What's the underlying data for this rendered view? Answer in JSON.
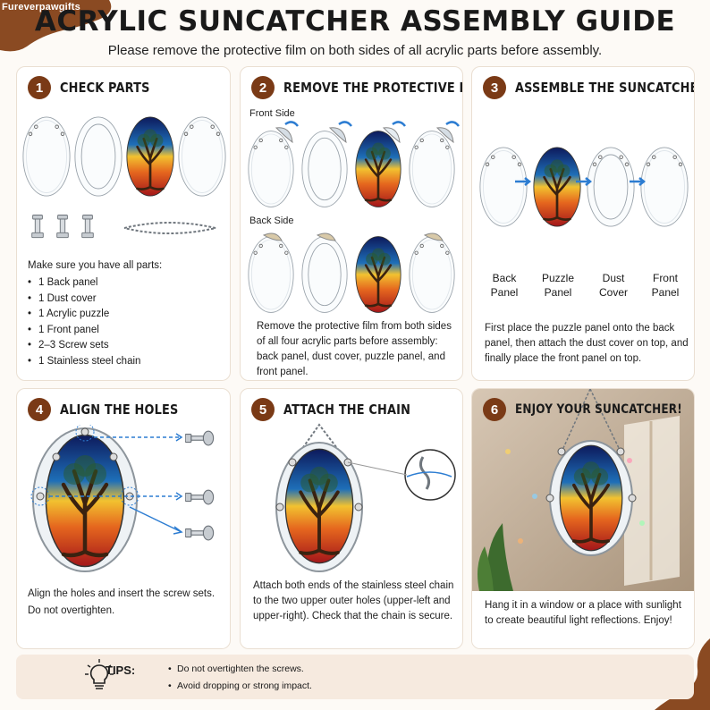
{
  "brand": "Fureverpawgifts",
  "title": "ACRYLIC SUNCATCHER ASSEMBLY GUIDE",
  "subtitle": "Please remove the protective film on both sides of all acrylic parts before assembly.",
  "colors": {
    "accent": "#7a3a16",
    "card_border": "#eadfd2",
    "tips_bg": "#f6eadf",
    "arrow": "#2d7dd2"
  },
  "steps": [
    {
      "number": "1",
      "title": "CHECK PARTS",
      "intro": "Make sure you have all parts:",
      "items": [
        "1 Back panel",
        "1 Dust cover",
        "1 Acrylic puzzle",
        "1 Front panel",
        "2–3 Screw sets",
        "1 Stainless steel chain"
      ]
    },
    {
      "number": "2",
      "title": "REMOVE THE PROTECTIVE FILM",
      "front_label": "Front Side",
      "back_label": "Back Side",
      "desc": "Remove the protective film from both sides of all four acrylic parts before assembly: back panel, dust cover, puzzle panel, and front panel."
    },
    {
      "number": "3",
      "title": "ASSEMBLE THE SUNCATCHER",
      "labels": [
        "Back Panel",
        "Puzzle Panel",
        "Dust Cover",
        "Front Panel"
      ],
      "desc": "First place the puzzle panel onto the back panel, then attach the dust cover on top, and finally place the front panel on top."
    },
    {
      "number": "4",
      "title": "ALIGN THE HOLES",
      "desc": "Align the holes and insert the screw sets. Do not overtighten."
    },
    {
      "number": "5",
      "title": "ATTACH THE CHAIN",
      "desc": "Attach both ends of the stainless steel chain to the two upper outer holes (upper-left and upper-right). Check that the chain is secure."
    },
    {
      "number": "6",
      "title": "ENJOY YOUR SUNCATCHER!",
      "desc": "Hang it in a window or a place with sunlight to create beautiful light reflections. Enjoy!"
    }
  ],
  "tips": {
    "label": "TIPS:",
    "items": [
      "Do not overtighten the screws.",
      "Avoid dropping or strong impact."
    ]
  },
  "icons": [
    "lightbulb-icon",
    "arrow-icon",
    "screw-icon",
    "chain-icon",
    "tree-of-life-icon"
  ]
}
